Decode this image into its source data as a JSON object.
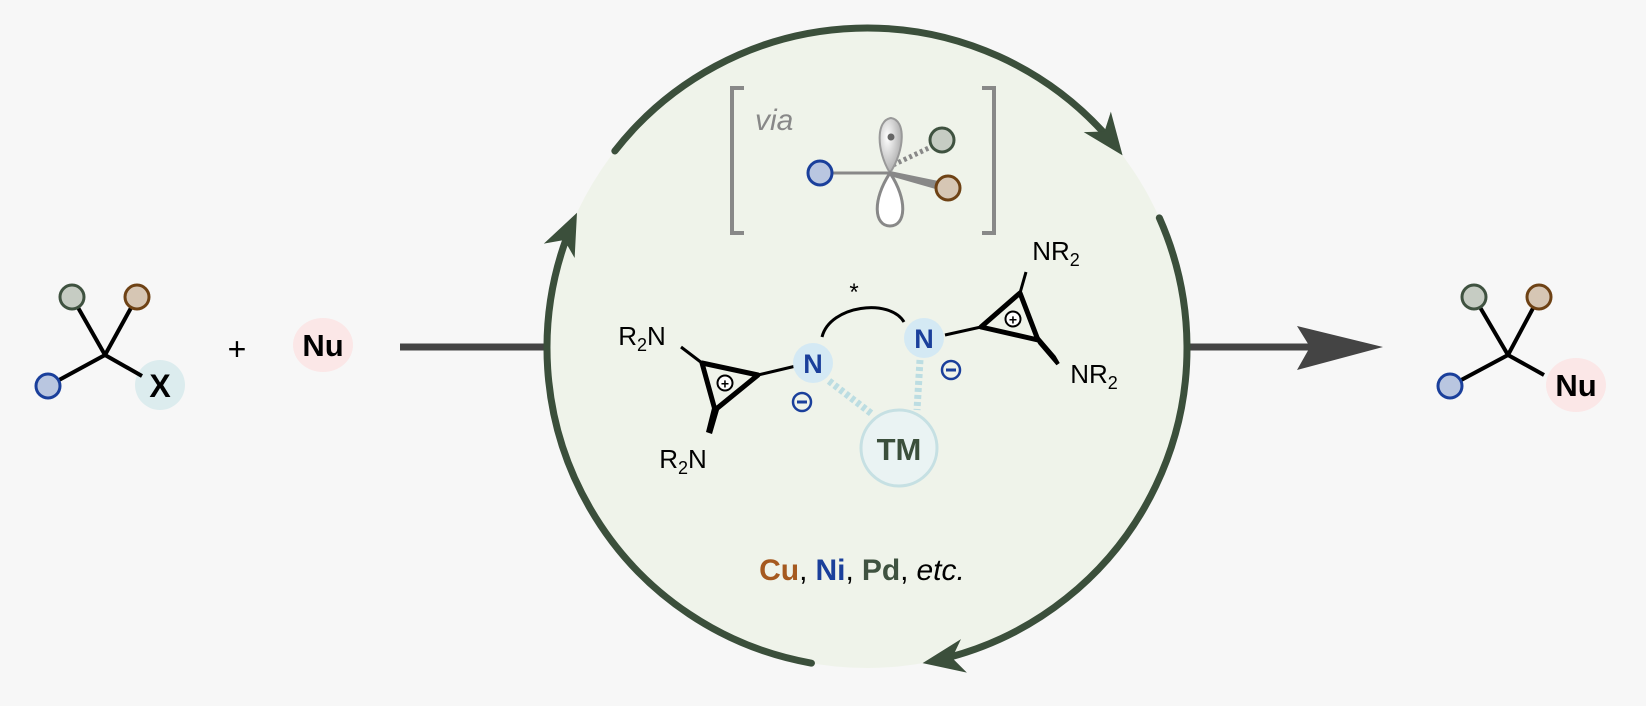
{
  "reactant": {
    "leaving_group": "X",
    "plus": "+",
    "nucleophile": "Nu"
  },
  "product": {
    "nucleophile": "Nu"
  },
  "intermediate": {
    "via_label": "via"
  },
  "catalyst": {
    "amine_r": "R",
    "amine_n": "N",
    "subscript": "2",
    "ligand_n": "N",
    "star": "*",
    "minus": "−",
    "plus": "+",
    "metal_label": "TM",
    "metals": [
      "Cu",
      "Ni",
      "Pd"
    ],
    "separator": ",",
    "etc": "etc."
  },
  "colors": {
    "background": "#f7f7f7",
    "cycle_fill": "#eff3ea",
    "cycle_stroke": "#3b4f3b",
    "main_arrow": "#444444",
    "blue": "#1a3f9b",
    "blue_fill": "#b9c6e0",
    "brown": "#6e4215",
    "brown_fill": "#d6c6b4",
    "green": "#3f5240",
    "green_fill": "#c6ccc3",
    "cu": "#a5591f",
    "x_highlight": "#dcecee",
    "nu_highlight": "#fbe7e7",
    "n_highlight": "#d4e9f4"
  }
}
